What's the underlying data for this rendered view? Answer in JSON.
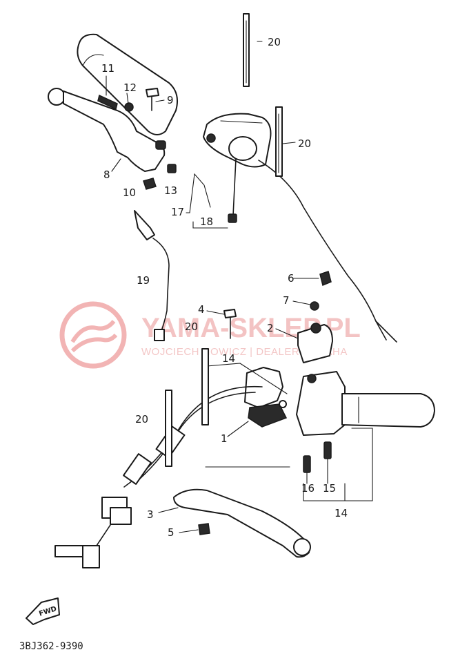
{
  "watermark": {
    "title": "YAMA-SKLEP.PL",
    "subtitle": "WOJCIECH NOWICZ | DEALER YAMAHA",
    "color": "#e06060"
  },
  "diagram_code": "3BJ362-9390",
  "fwd_label": "FWD",
  "callouts": {
    "c1": "1",
    "c2": "2",
    "c3": "3",
    "c4": "4",
    "c5": "5",
    "c6": "6",
    "c7": "7",
    "c8": "8",
    "c9": "9",
    "c10": "10",
    "c11": "11",
    "c12": "12",
    "c13": "13",
    "c14a": "14",
    "c14b": "14",
    "c15": "15",
    "c16": "16",
    "c17": "17",
    "c18": "18",
    "c19": "19",
    "c20a": "20",
    "c20b": "20",
    "c20c": "20",
    "c20d": "20"
  }
}
